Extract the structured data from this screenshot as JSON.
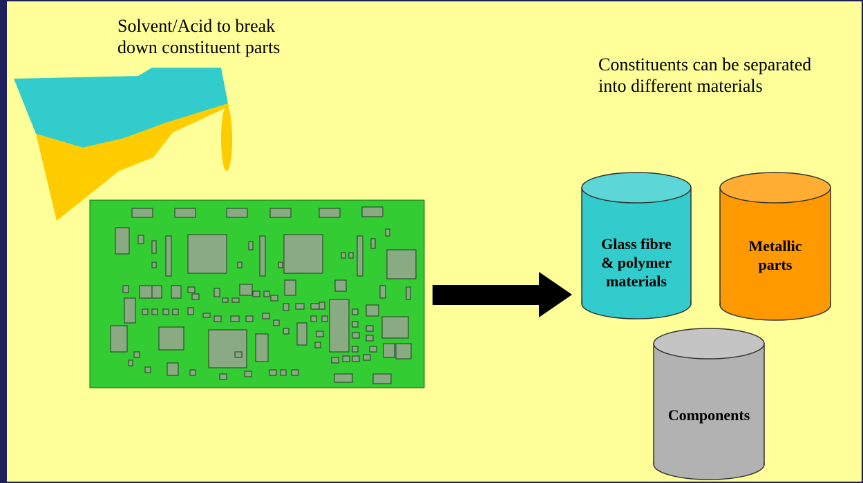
{
  "captions": {
    "pour": [
      "Solvent/Acid to break",
      "down  constituent parts"
    ],
    "separate": [
      "Constituents can be separated",
      "into different materials"
    ]
  },
  "containers": [
    {
      "lines": [
        "Glass fibre",
        "& polymer",
        "materials"
      ],
      "color": "#33cccc"
    },
    {
      "lines": [
        "Metallic",
        "parts"
      ],
      "color": "#ff9900"
    },
    {
      "lines": [
        "Components"
      ],
      "color": "#b2b2b2"
    }
  ],
  "colors": {
    "background": "#ffff99",
    "board": "#33cc33",
    "chip": "#8aaa84",
    "acid_container": "#33cccc",
    "acid_liquid": "#ffcc00",
    "arrow": "#000000"
  }
}
